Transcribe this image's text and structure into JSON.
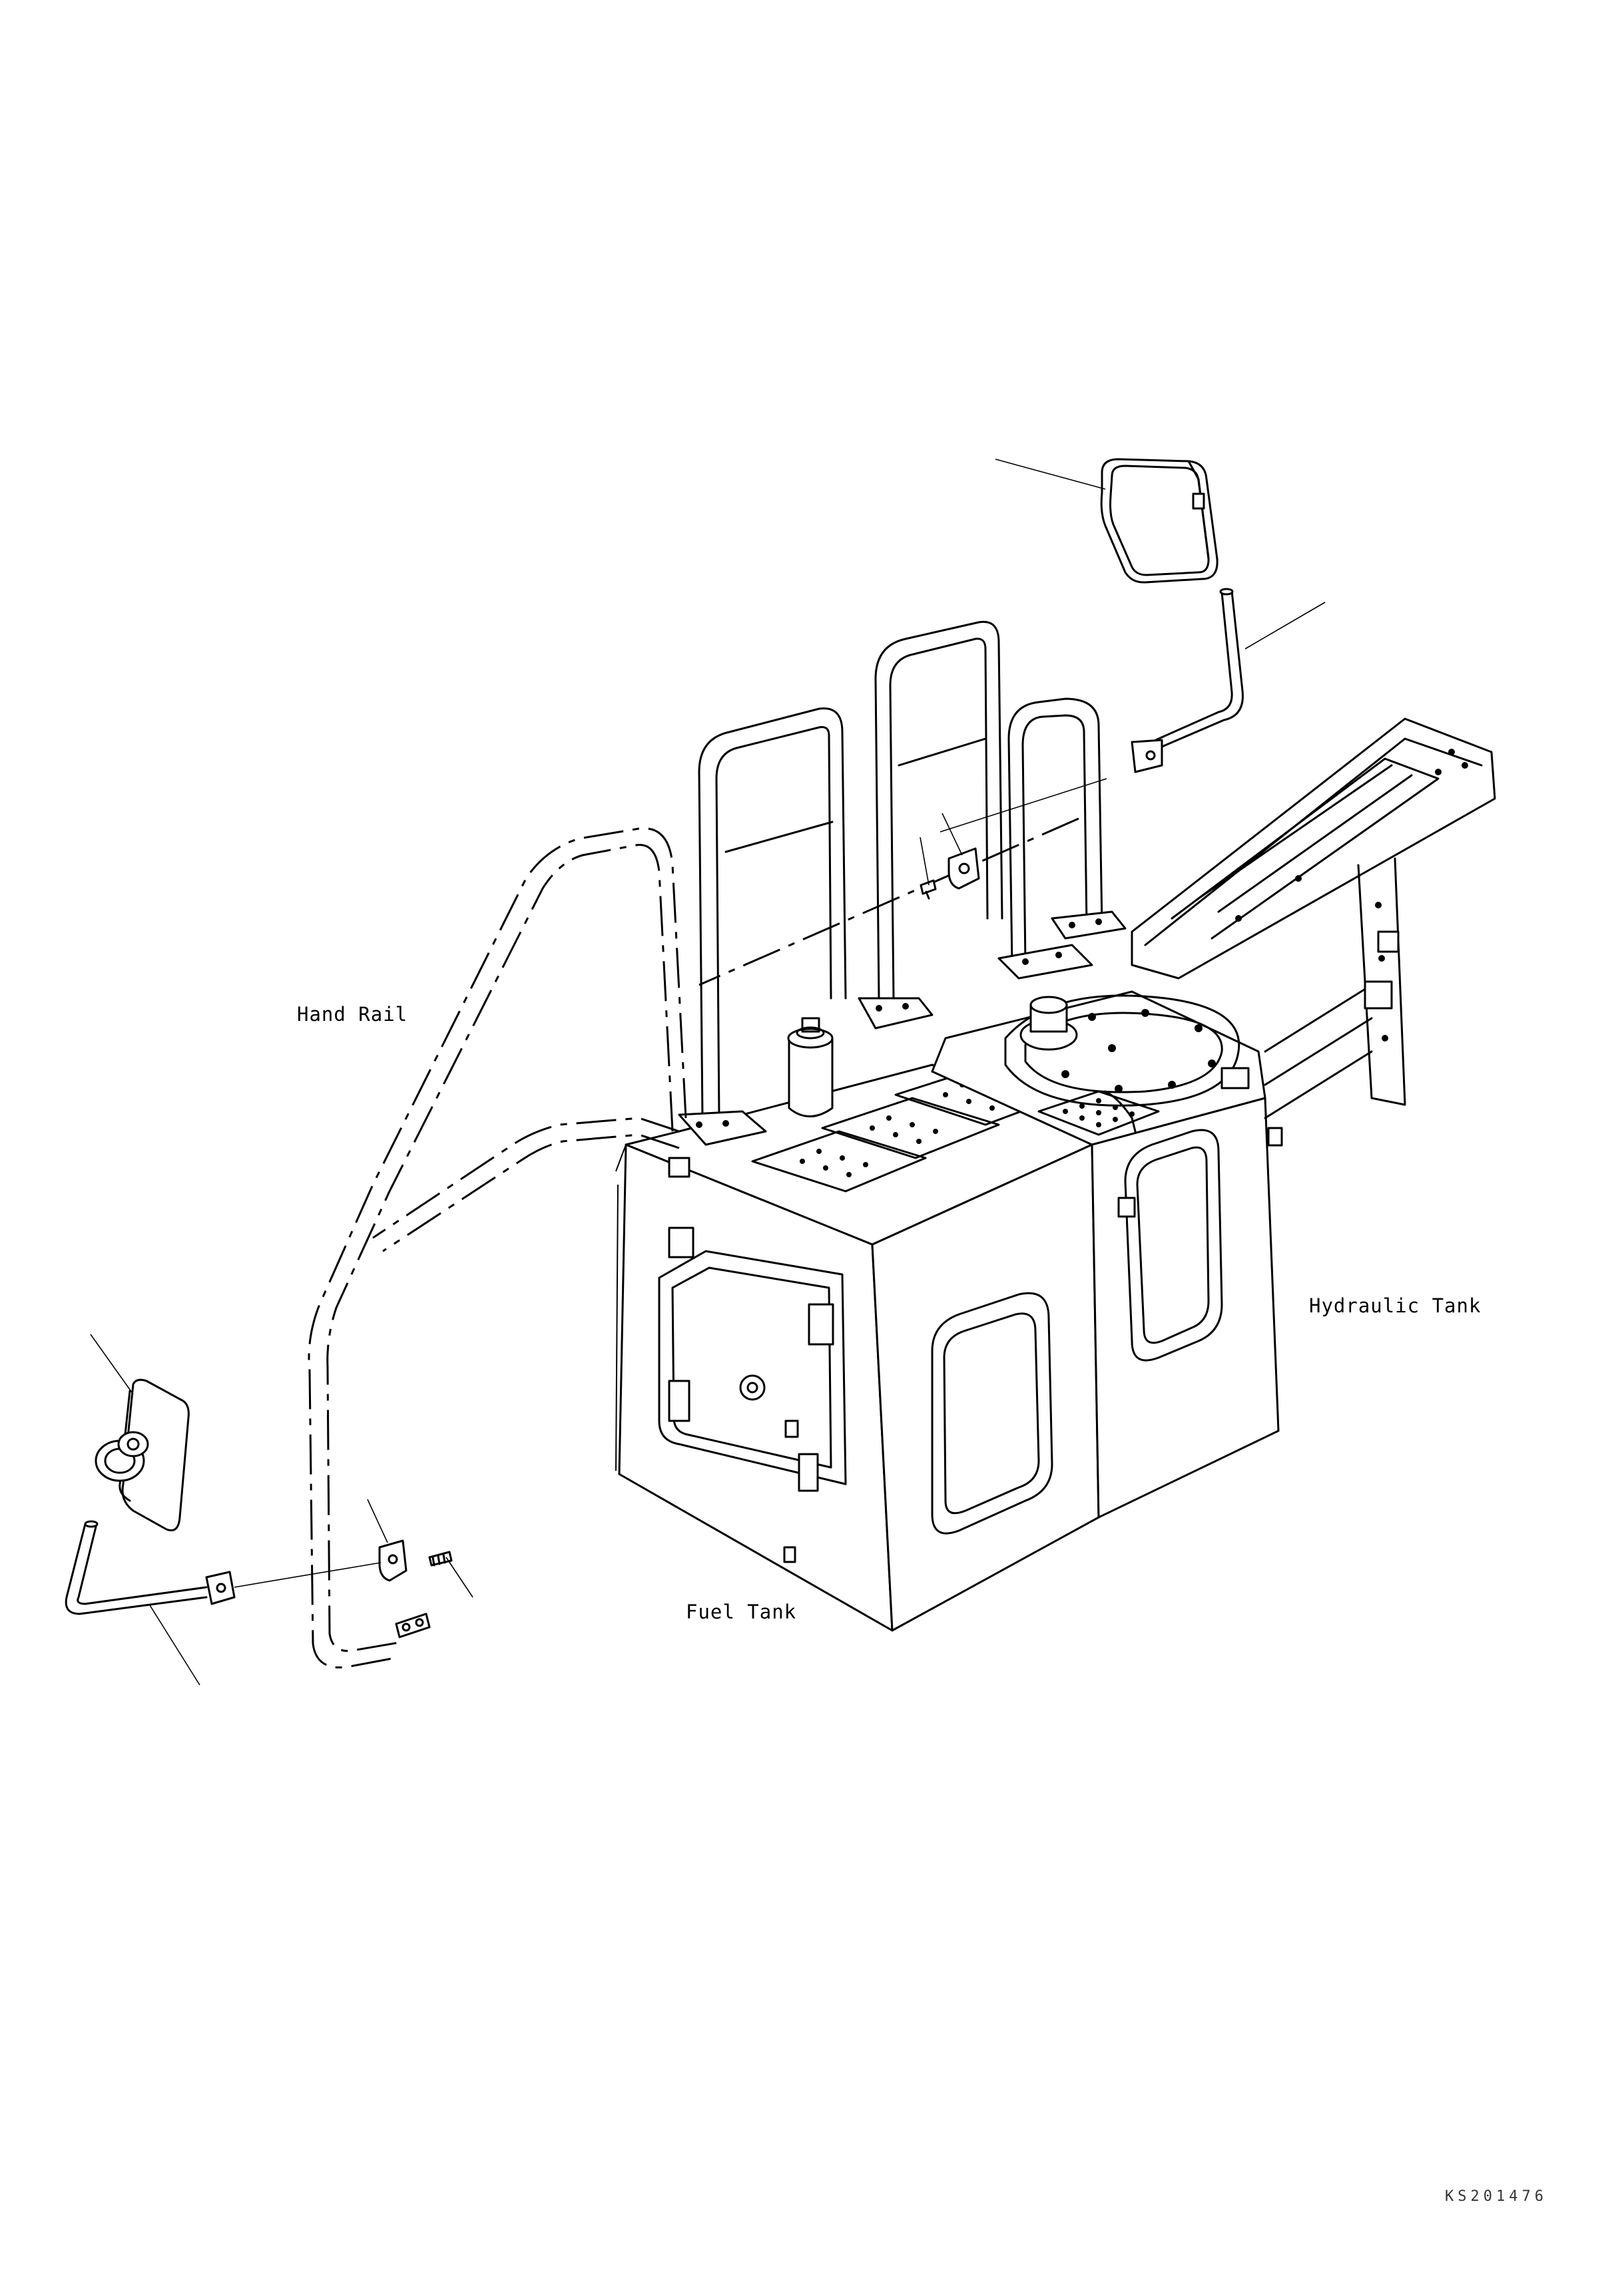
{
  "labels": {
    "hand_rail": "Hand Rail",
    "hydraulic_tank": "Hydraulic Tank",
    "fuel_tank": "Fuel Tank",
    "drawing_number": "KS201476"
  },
  "colors": {
    "line": "#000000",
    "background": "#ffffff"
  }
}
